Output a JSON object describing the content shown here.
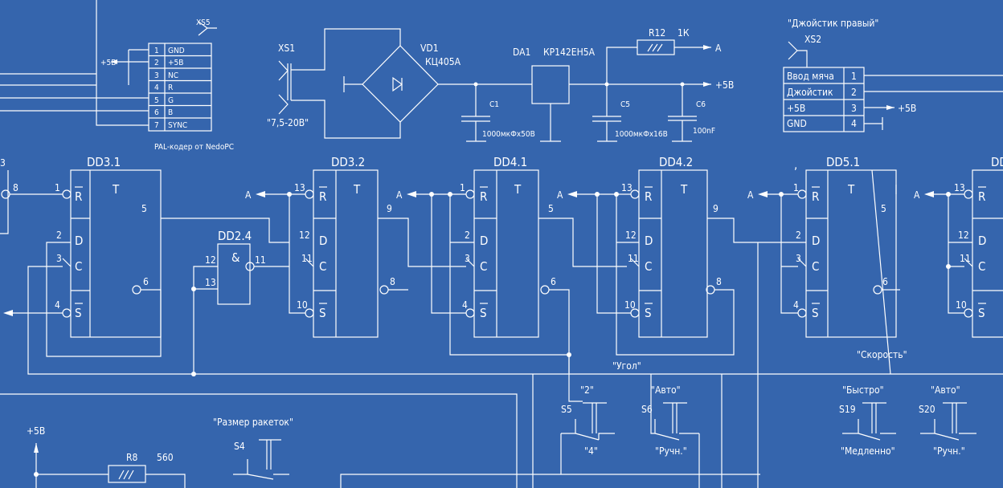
{
  "connector_xs5": {
    "ref": "XS5",
    "rows": [
      {
        "num": "1",
        "name": "GND"
      },
      {
        "num": "2",
        "name": "+5В"
      },
      {
        "num": "3",
        "name": "NC"
      },
      {
        "num": "4",
        "name": "R"
      },
      {
        "num": "5",
        "name": "G"
      },
      {
        "num": "6",
        "name": "B"
      },
      {
        "num": "7",
        "name": "SYNC"
      }
    ],
    "plus5": "+5В",
    "caption": "PAL-кодер от NedoPC"
  },
  "power": {
    "xs1": "XS1",
    "input_voltage": "\"7,5-20В\"",
    "vd1": "VD1",
    "vd1_type": "КЦ405А",
    "da1": "DA1",
    "da1_type": "КР142ЕН5А",
    "r12": "R12",
    "r12_val": "1К",
    "a": "A",
    "plus5": "+5В",
    "c1": "C1",
    "c1_val": "1000мкФх50В",
    "c5": "C5",
    "c5_val": "1000мкФх16В",
    "c6": "C6",
    "c6_val": "100nF"
  },
  "joystick": {
    "title": "\"Джойстик правый\"",
    "ref": "XS2",
    "rows": [
      {
        "name": "Ввод мяча",
        "num": "1"
      },
      {
        "name": "Джойстик",
        "num": "2"
      },
      {
        "name": "+5В",
        "num": "3"
      },
      {
        "name": "GND",
        "num": "4"
      }
    ],
    "plus5": "+5В"
  },
  "chips": {
    "dd31": {
      "name": "DD3.1",
      "t": "T",
      "r": "R",
      "d": "D",
      "c": "C",
      "s": "S",
      "p_r": "1",
      "p_d": "2",
      "p_c": "3",
      "p_s": "4",
      "p_q": "5",
      "p_nq": "6",
      "left3": "3",
      "left8": "8"
    },
    "dd24": {
      "name": "DD2.4",
      "sym": "&",
      "p1": "12",
      "p2": "13",
      "p3": "11"
    },
    "dd32": {
      "name": "DD3.2",
      "t": "T",
      "r": "R",
      "d": "D",
      "c": "C",
      "s": "S",
      "p_r": "13",
      "p_d": "12",
      "p_c": "11",
      "p_s": "10",
      "p_q": "9",
      "p_nq": "8",
      "a": "A"
    },
    "dd41": {
      "name": "DD4.1",
      "t": "T",
      "r": "R",
      "d": "D",
      "c": "C",
      "s": "S",
      "p_r": "1",
      "p_d": "2",
      "p_c": "3",
      "p_s": "4",
      "p_q": "5",
      "p_nq": "6",
      "a": "A"
    },
    "dd42": {
      "name": "DD4.2",
      "t": "T",
      "r": "R",
      "d": "D",
      "c": "C",
      "s": "S",
      "p_r": "13",
      "p_d": "12",
      "p_c": "11",
      "p_s": "10",
      "p_q": "9",
      "p_nq": "8",
      "a": "A"
    },
    "dd51": {
      "name": "DD5.1",
      "t": "T",
      "r": "R",
      "d": "D",
      "c": "C",
      "s": "S",
      "p_r": "1",
      "p_d": "2",
      "p_c": "3",
      "p_s": "4",
      "p_q": "5",
      "p_nq": "6",
      "a": "A",
      "comma": ","
    },
    "dd52": {
      "name": "DD",
      "r": "R",
      "d": "D",
      "c": "C",
      "s": "S",
      "p_r": "13",
      "p_d": "12",
      "p_c": "11",
      "p_s": "10",
      "a": "A"
    }
  },
  "switches": {
    "ugol": "\"Угол\"",
    "s5": "S5",
    "s5_top": "\"2\"",
    "s5_bot": "\"4\"",
    "s6": "S6",
    "s6_top": "\"Авто\"",
    "s6_bot": "\"Ручн.\"",
    "skorost": "\"Скорость\"",
    "s19": "S19",
    "s19_top": "\"Быстро\"",
    "s19_bot": "\"Медленно\"",
    "s20": "S20",
    "s20_top": "\"Авто\"",
    "s20_bot": "\"Ручн.\"",
    "razmer": "\"Размер ракеток\"",
    "s4": "S4",
    "plus5": "+5В",
    "r8": "R8",
    "r8_val": "560"
  }
}
